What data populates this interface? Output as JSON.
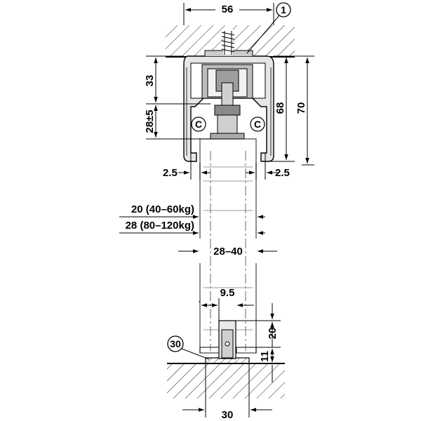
{
  "dimensions": {
    "top_width": "56",
    "height_33": "33",
    "height_28": "28±5",
    "height_68": "68",
    "height_70": "70",
    "gap_left": "2.5",
    "gap_right": "2.5",
    "door_20": "20 (40–60kg)",
    "door_28": "28 (80–120kg)",
    "door_thickness": "28–40",
    "guide_9_5": "9.5",
    "guide_20": "20",
    "guide_11": "11",
    "guide_base": "30"
  },
  "callouts": {
    "item_1": "1",
    "item_30": "30",
    "clip_left": "C",
    "clip_right": "C"
  }
}
